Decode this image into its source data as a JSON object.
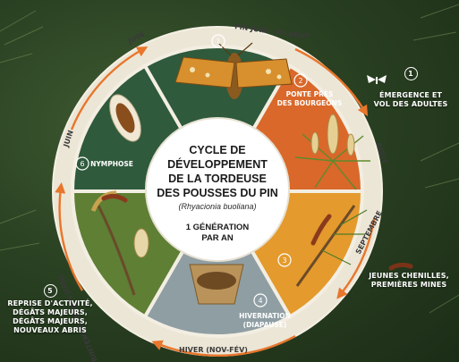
{
  "center": {
    "title_lines": [
      "CYCLE DE",
      "DÉVELOPPEMENT",
      "DE LA TORDEUSE",
      "DES POUSSES DU PIN"
    ],
    "species": "(Rhyacionia buoliana)",
    "generation_lines": [
      "1 GÉNÉRATION",
      "PAR AN"
    ]
  },
  "ring_labels": {
    "juin_top": "JUIN",
    "fin_juin": "FIN JUIN - MI-AOÛT",
    "aout": "AOÛT",
    "septembre": "SEPTEMBRE",
    "hiver": "HIVER (NOV-FÉV)",
    "printemps": "PRINTEMPS (MARS-JUIN)",
    "juin_left": "JUIN"
  },
  "stages": [
    {
      "number": "1",
      "label_lines": [],
      "color": "#2f5a3c"
    },
    {
      "number": "2",
      "label_lines": [
        "PONTE PRÈS",
        "DES BOURGEONS"
      ],
      "color": "#d9682a"
    },
    {
      "number": "3",
      "label_lines": [],
      "color": "#e49a2c"
    },
    {
      "number": "4",
      "label_lines": [
        "HIVERNATION",
        "(DIAPAUSE)"
      ],
      "color": "#8f9ea3"
    },
    {
      "number": "5",
      "label_lines": [],
      "color": "#5e7f34"
    },
    {
      "number": "6",
      "label_lines": [
        "NYMPHOSE"
      ],
      "color": "#2f5a3c"
    }
  ],
  "callouts": {
    "emergence": {
      "number": "1",
      "lines": [
        "ÉMERGENCE ET",
        "VOL DES ADULTES"
      ]
    },
    "larvae": {
      "lines": [
        "JEUNES CHENILLES,",
        "PREMIÈRES MINES"
      ]
    },
    "reprise": {
      "number": "5",
      "lines": [
        "REPRISE D'ACTIVITÉ,",
        "DÉGÂTS MAJEURS,",
        "DÉGÂTS MAJEURS,",
        "NOUVEAUX ABRIS"
      ]
    }
  },
  "colors": {
    "ring": "#f3eee2",
    "arrow": "#e8762c",
    "center_fill": "#ffffff",
    "title_text": "#1a1a1a",
    "species_text": "#2b2b2b"
  }
}
